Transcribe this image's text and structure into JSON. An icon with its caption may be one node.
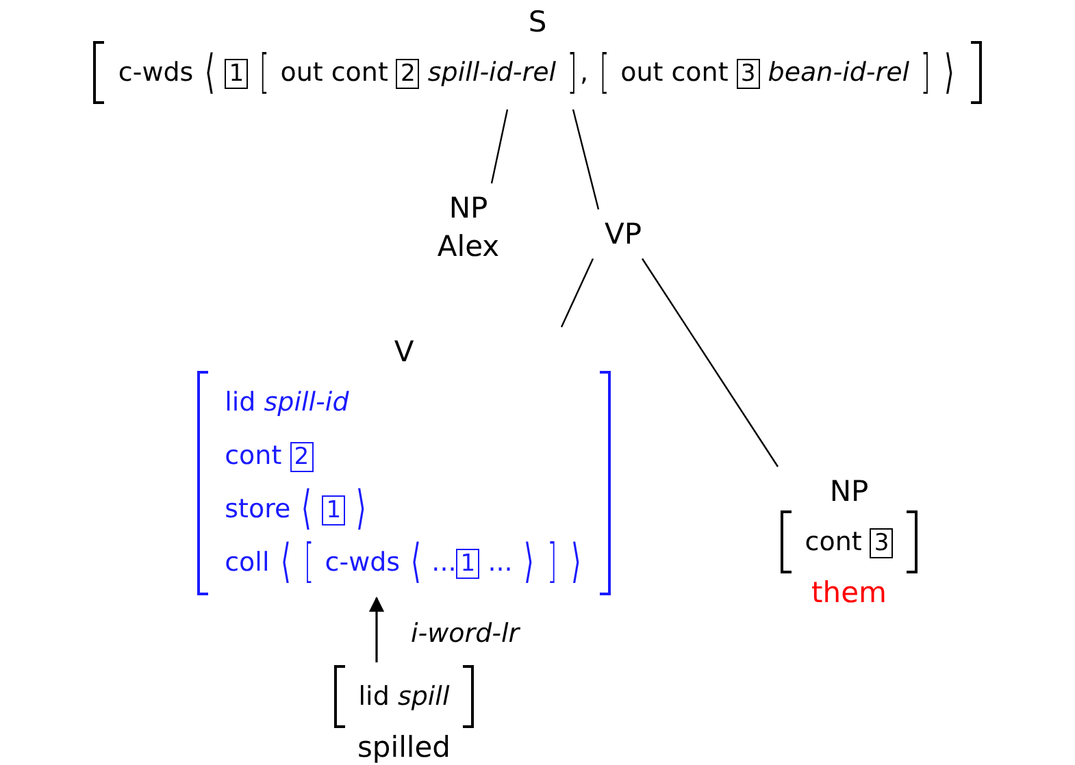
{
  "diagram": {
    "nodes": [
      {
        "text": [
          "S",
          "c-wds ⟨ 1 [ out cont 2 *spill-id-rel* ], [ out cont 3 *bean-id-rel* ] ⟩"
        ]
      },
      {
        "text": [
          "NP",
          "Alex"
        ]
      },
      {
        "text": [
          "VP"
        ]
      },
      {
        "text": [
          "V",
          "lid *spill-id*",
          "cont 2",
          "store ⟨ 1 ⟩",
          "coll ⟨ [ c-wds ⟨ ...1 ... ⟩ ] ⟩"
        ]
      },
      {
        "text": [
          "NP",
          "cont 3",
          "them"
        ]
      },
      {
        "text": [
          "lid *spill*",
          "spilled"
        ]
      }
    ],
    "edges": [
      {
        "from": 0,
        "to": 1,
        "arrow": "none"
      },
      {
        "from": 0,
        "to": 2,
        "arrow": "none"
      },
      {
        "from": 2,
        "to": 3,
        "arrow": "none"
      },
      {
        "from": 2,
        "to": 4,
        "arrow": "none"
      },
      {
        "from": 5,
        "to": 3,
        "arrow": "to",
        "label": "i-word-lr"
      }
    ]
  }
}
